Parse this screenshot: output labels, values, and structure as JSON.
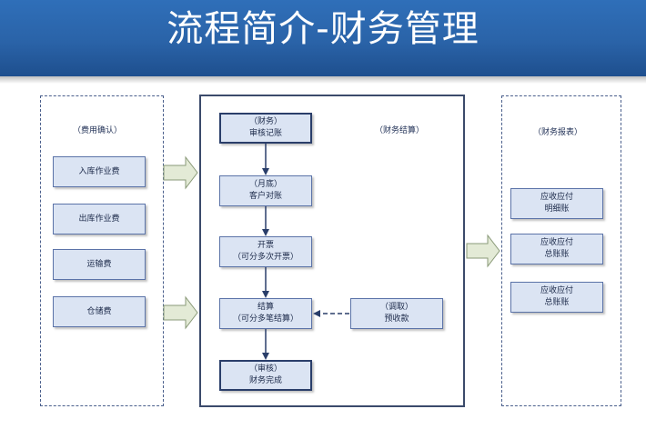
{
  "title": "流程简介-财务管理",
  "left_panel": {
    "title": "（费用确认）",
    "items": [
      "入库作业费",
      "出库作业费",
      "运输费",
      "仓储费"
    ]
  },
  "center_panel": {
    "title": "（财务结算）",
    "steps": [
      {
        "line1": "（财务）",
        "line2": "审核记账"
      },
      {
        "line1": "（月底）",
        "line2": "客户对账"
      },
      {
        "line1": "开票",
        "line2": "（可分多次开票）"
      },
      {
        "line1": "结算",
        "line2": "（可分多笔结算）"
      },
      {
        "line1": "（审核）",
        "line2": "财务完成"
      }
    ],
    "side_box": {
      "line1": "（调取）",
      "line2": "预收款"
    }
  },
  "right_panel": {
    "title": "（财务报表）",
    "items": [
      {
        "line1": "应收应付",
        "line2": "明细账"
      },
      {
        "line1": "应收应付",
        "line2": "总账账"
      },
      {
        "line1": "应收应付",
        "line2": "总账账"
      }
    ]
  },
  "colors": {
    "banner": "#2a63a8",
    "box_fill": "#dbe4f3",
    "box_border": "#5b73a8",
    "arrow_fill": "#e3ead6"
  }
}
